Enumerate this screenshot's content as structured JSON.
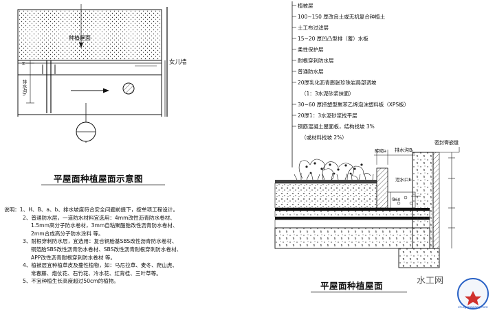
{
  "left_plan": {
    "title": "平屋面种植屋面示意图",
    "label_planting_roof": "种植屋面",
    "label_parapet": "女儿墙",
    "label_side_a": "H",
    "label_side_b": "排水沟h"
  },
  "notes": {
    "lines": [
      "说明：1、H、B、a、b、排水坡度符合安全问题前提下，按单项工程设计。",
      "2、普通防水层，一道防水材料宜选用：4mm改性沥青防水卷材、",
      "1.5mm高分子防水卷材，3mm自粘聚酯胎改性沥青防水卷材、",
      "2mm合成高分子防水涂料  等。",
      "3、耐根穿刺防水层，宜选用：复合铜胎基SBS改性沥青防水卷材、",
      "铜箔胎SBS改性沥青防水卷材、SBS改性沥青耐根穿刺防水卷材、",
      "APP改性沥青耐根穿刺防水卷材  等。",
      "4、植被层宜种植草皮及蔓性植物，如：马尼拉草、麦冬、爬山虎、",
      "常春藤、炮仗花、石竹花、冷水花、红背桂、三叶草等。",
      "5、不宜种植生长高度超过50cm的植物。"
    ]
  },
  "right_section": {
    "title": "平屋面种植屋面",
    "layers": [
      "植被层",
      "100~150 厚改良土或无机复合种植土",
      "土工布过滤层",
      "15~20 厚凹凸型排（蓄）水板",
      "柔性保护层",
      "耐根穿刺防水层",
      "普通防水层",
      "20厚乳化沥青膨胀珍珠岩局部调坡",
      "（1：3水泥砂浆抹面）",
      "30~60 厚挤塑型聚苯乙烯泡沫塑料板（XPS板）",
      "20厚1：3水泥砂浆找平层",
      "钢筋混凝土屋面板，结构找坡 3%",
      "（或材料找坡 2%）"
    ],
    "label_sealant": "密封膏嵌缝",
    "label_drain_ditch": "排水沟B",
    "label_width": "砖砌a",
    "label_drain_hole": "泄水口b",
    "label_height": "360"
  },
  "watermark": {
    "text": "水工网",
    "sub": "shuigongwang.com"
  }
}
